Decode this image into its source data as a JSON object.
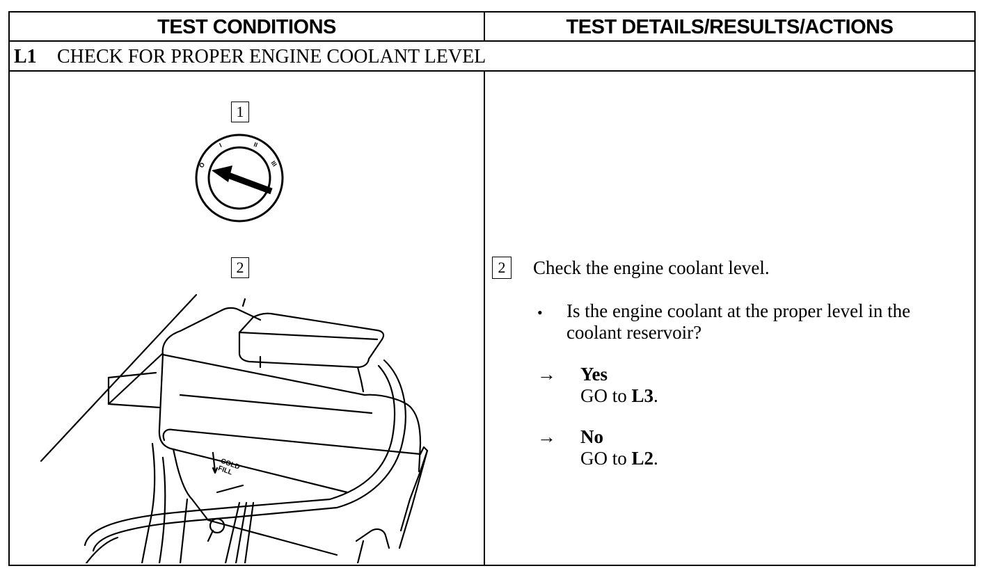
{
  "table": {
    "header": {
      "left": "TEST CONDITIONS",
      "right": "TEST DETAILS/RESULTS/ACTIONS"
    },
    "section": {
      "code": "L1",
      "title": "CHECK FOR PROPER ENGINE COOLANT LEVEL"
    }
  },
  "left_panel": {
    "step1_label": "1",
    "step2_label": "2",
    "illustration_labels": {
      "cold": "COLD",
      "fill": "FILL"
    }
  },
  "right_panel": {
    "step_label": "2",
    "instruction": "Check the engine coolant level.",
    "bullet": "•",
    "question_line1": "Is the engine coolant at the proper level in the",
    "question_line2": "coolant reservoir?",
    "arrow": "→",
    "options": [
      {
        "answer": "Yes",
        "action_prefix": "GO to ",
        "action_target": "L3",
        "action_suffix": "."
      },
      {
        "answer": "No",
        "action_prefix": "GO to ",
        "action_target": "L2",
        "action_suffix": "."
      }
    ]
  }
}
